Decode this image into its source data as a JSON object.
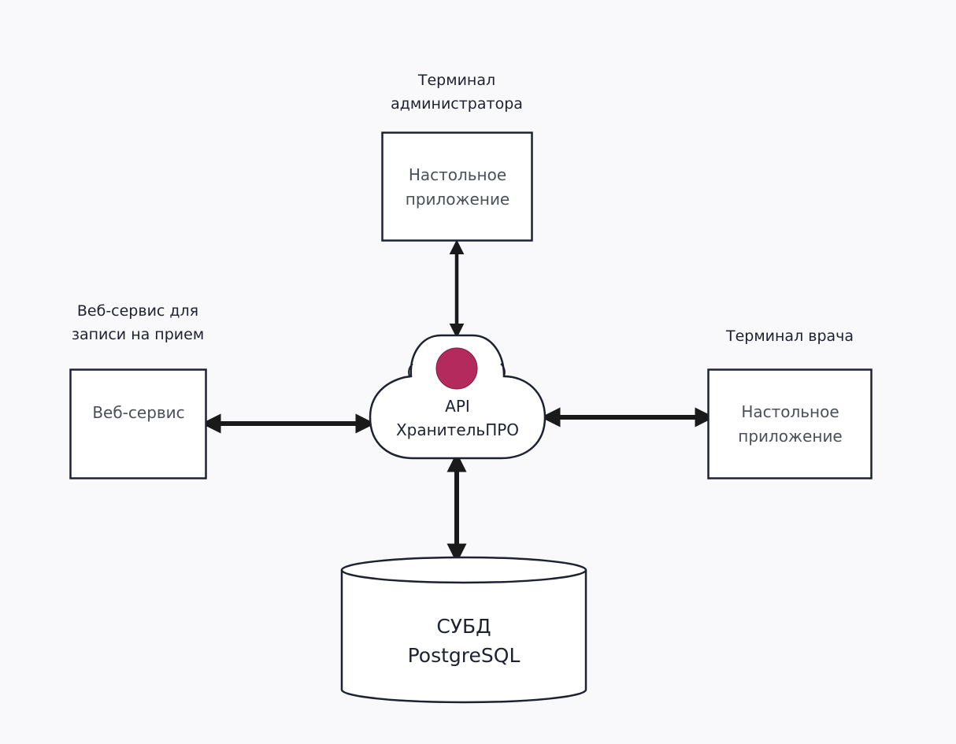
{
  "colors": {
    "background": "#f9f9fb",
    "stroke": "#1e2230",
    "box_fill": "#ffffff",
    "accent_circle": "#b52a5c",
    "arrow": "#1a1a1a"
  },
  "nodes": {
    "admin": {
      "caption": "Терминал\nадминистратора",
      "text": "Настольное\nприложение"
    },
    "web": {
      "caption": "Веб-сервис для\nзаписи на прием",
      "text": "Веб-сервис"
    },
    "doctor": {
      "caption": "Терминал врача",
      "text": "Настольное\nприложение"
    },
    "api": {
      "text": "API\nХранительПРО",
      "icon": "circle-icon"
    },
    "db": {
      "text": "СУБД\nPostgreSQL"
    }
  },
  "connections": [
    {
      "from": "admin",
      "to": "api",
      "direction": "both"
    },
    {
      "from": "web",
      "to": "api",
      "direction": "both"
    },
    {
      "from": "api",
      "to": "doctor",
      "direction": "both"
    },
    {
      "from": "api",
      "to": "db",
      "direction": "both"
    }
  ]
}
